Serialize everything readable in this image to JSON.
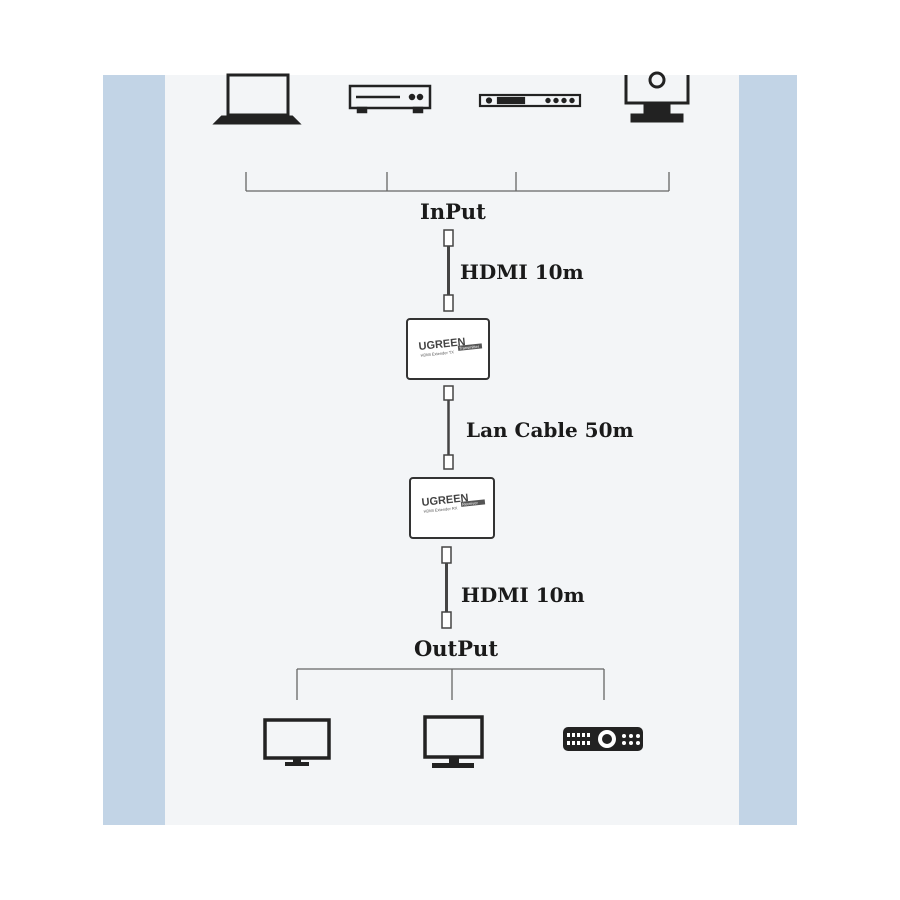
{
  "input_label": "InPut",
  "output_label": "OutPut",
  "cables": {
    "top": "HDMI 10m",
    "middle": "Lan Cable 50m",
    "bottom": "HDMI 10m"
  },
  "devices": {
    "transmitter": {
      "brand": "UGREEN",
      "model": "HDMI Extender TX",
      "tag": "Transmitter"
    },
    "receiver": {
      "brand": "UGREEN",
      "model": "HDMI Extender RX",
      "tag": "Receiver"
    }
  },
  "source_icons": [
    "laptop-icon",
    "dvd-player-icon",
    "set-top-box-icon",
    "monitor-icon"
  ],
  "display_icons": [
    "tv-icon",
    "monitor-icon",
    "projector-icon"
  ],
  "colors": {
    "side_band": "#c2d4e6",
    "panel": "#f3f5f7",
    "line": "#555555",
    "ink": "#1a1a1a"
  }
}
